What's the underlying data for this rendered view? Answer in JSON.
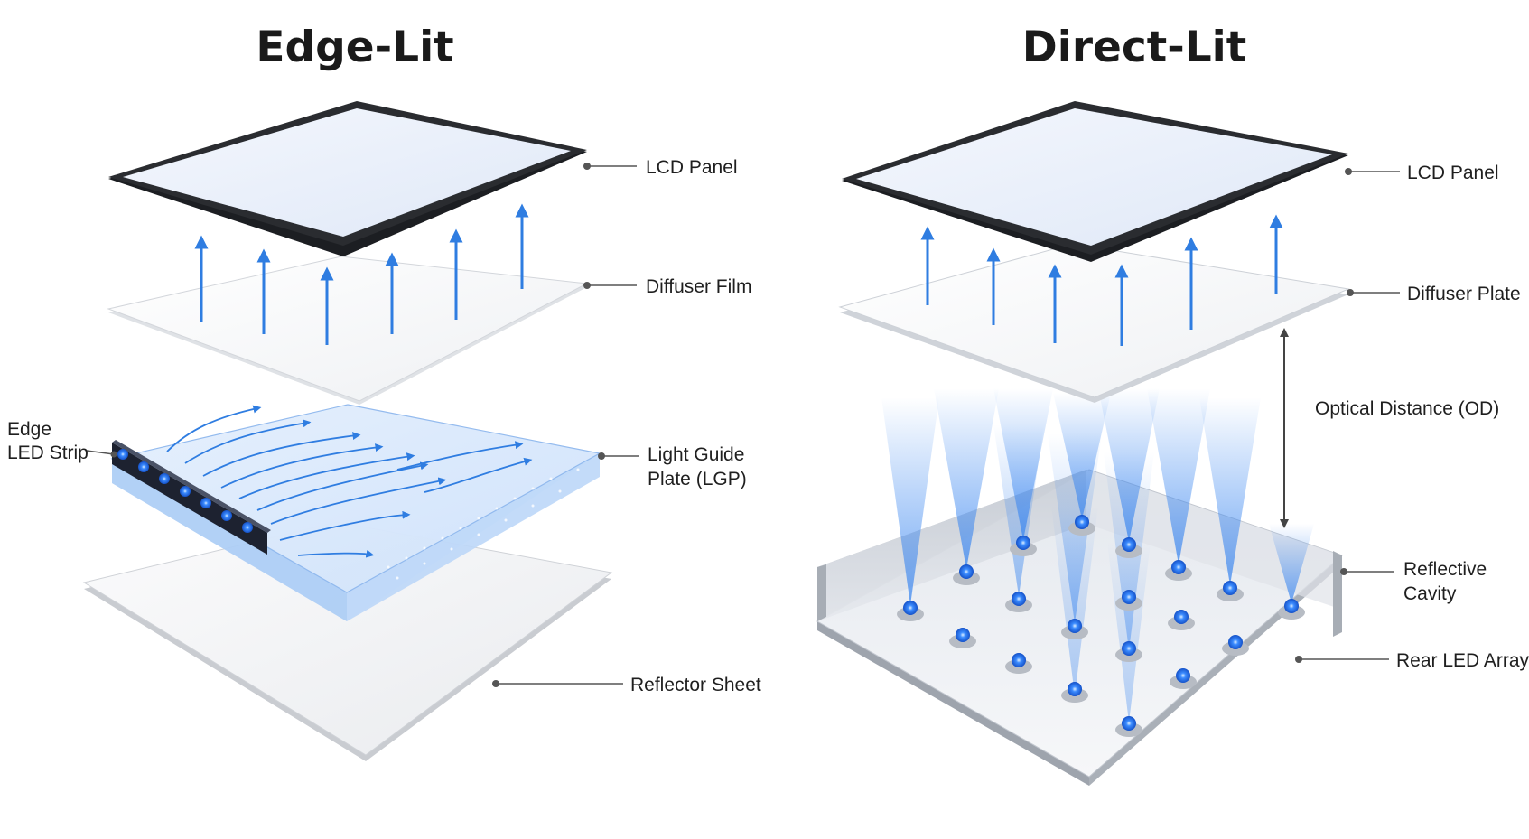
{
  "left": {
    "title": "Edge-Lit",
    "labels": {
      "lcd_panel": "LCD Panel",
      "diffuser": "Diffuser Film",
      "lgp": [
        "Light Guide",
        "Plate (LGP)"
      ],
      "led_strip": [
        "Edge",
        "LED Strip"
      ],
      "reflector": "Reflector Sheet"
    }
  },
  "right": {
    "title": "Direct-Lit",
    "labels": {
      "lcd_panel": "LCD Panel",
      "diffuser": "Diffuser Plate",
      "optical_distance": "Optical Distance (OD)",
      "reflective_cavity": [
        "Reflective",
        "Cavity"
      ],
      "rear_led": "Rear LED Array"
    }
  },
  "colors": {
    "accent_blue": "#2f7de1",
    "led_blue": "#2b6fe8",
    "panel_frame": "#2a2c30",
    "label_text": "#1f1f1f"
  }
}
